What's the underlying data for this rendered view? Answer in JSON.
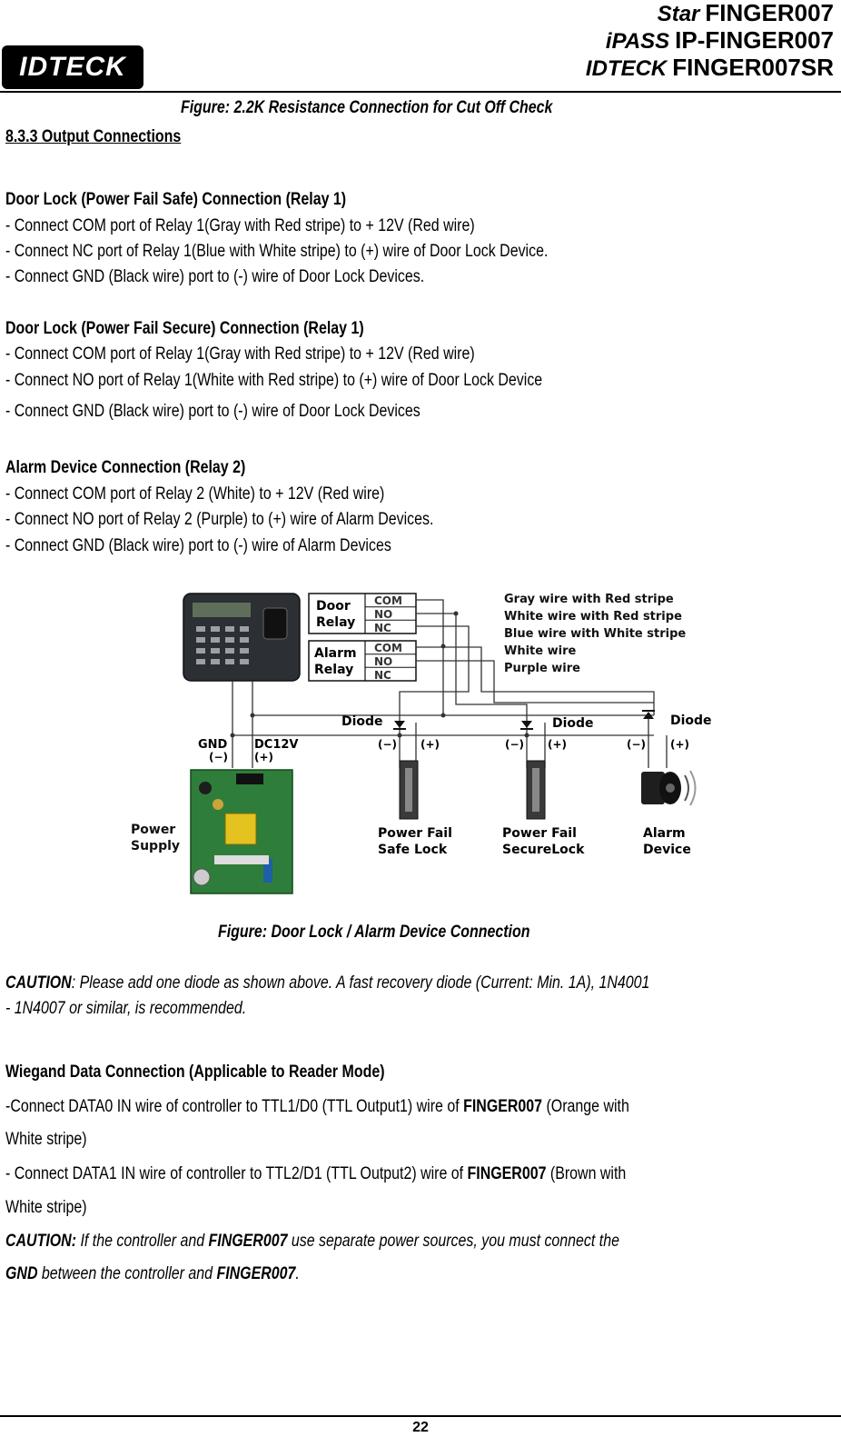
{
  "header": {
    "logo": "IDTECK",
    "brand_lines": [
      {
        "prefix": "Star",
        "model": "FINGER007"
      },
      {
        "prefix": "iPASS",
        "model": "IP-FINGER007"
      },
      {
        "prefix": "IDTECK",
        "model": "FINGER007SR"
      }
    ]
  },
  "caption_top": "Figure: 2.2K Resistance Connection for Cut Off Check",
  "section_title": "8.3.3 Output Connections",
  "blocks": [
    {
      "heading": "Door Lock (Power Fail Safe) Connection (Relay 1)",
      "lines": [
        "- Connect COM port of Relay 1(Gray with Red stripe) to + 12V (Red wire)",
        "- Connect NC port of Relay 1(Blue with White stripe) to (+) wire of Door Lock Device.",
        "- Connect GND (Black wire) port to (-) wire of Door Lock Devices."
      ]
    },
    {
      "heading": "Door Lock (Power Fail Secure) Connection (Relay 1)",
      "lines": [
        "- Connect COM port of Relay 1(Gray with Red stripe) to + 12V (Red wire)",
        "- Connect NO port of Relay 1(White with Red stripe) to (+) wire of Door Lock Device",
        "- Connect GND (Black wire) port to (-) wire of Door Lock Devices"
      ]
    },
    {
      "heading": "Alarm Device Connection (Relay 2)",
      "lines": [
        "- Connect COM port of Relay 2 (White) to + 12V (Red wire)",
        "- Connect NO port of Relay 2 (Purple) to (+) wire of Alarm Devices.",
        "- Connect GND (Black wire) port to (-) wire of Alarm Devices"
      ]
    }
  ],
  "diagram": {
    "relay_door": "Door\nRelay",
    "relay_door_l1": "Door",
    "relay_door_l2": "Relay",
    "relay_alarm_l1": "Alarm",
    "relay_alarm_l2": "Relay",
    "ports": [
      "COM",
      "NO",
      "NC"
    ],
    "wire_legend": [
      "Gray wire with Red stripe",
      "White wire with Red stripe",
      "Blue wire with White stripe",
      "White wire",
      "Purple wire"
    ],
    "diode": "Diode",
    "gnd": "GND",
    "gnd_sign": "(−)",
    "dc12v": "DC12V",
    "dc_sign": "(+)",
    "minus": "(−)",
    "plus": "(+)",
    "power_supply_l1": "Power",
    "power_supply_l2": "Supply",
    "safe_l1": "Power Fail",
    "safe_l2": "Safe Lock",
    "secure_l1": "Power Fail",
    "secure_l2": "SecureLock",
    "alarm_l1": "Alarm",
    "alarm_l2": "Device"
  },
  "caption_diagram": "Figure: Door Lock / Alarm Device Connection",
  "caution1": {
    "label": "CAUTION",
    "text": ": Please add one diode as shown above. A fast recovery diode (Current: Min. 1A), 1N4001",
    "line2": "- 1N4007 or similar, is recommended."
  },
  "wiegand": {
    "heading": "Wiegand Data Connection (Applicable to Reader Mode)",
    "l1a": "-Connect DATA0 IN wire of controller to TTL1/D0 (TTL Output1) wire of ",
    "l1b": "FINGER007",
    "l1c": " (Orange with",
    "l1d": "White stripe)",
    "l2a": "- Connect DATA1 IN wire of controller to TTL2/D1 (TTL Output2) wire of ",
    "l2b": "FINGER007",
    "l2c": " (Brown with",
    "l2d": "White stripe)",
    "c_label": "CAUTION:",
    "c_a": " If the controller and ",
    "c_b": "FINGER007",
    "c_c": " use separate power sources, you must connect the",
    "c_d": "GND",
    "c_e": " between the controller and ",
    "c_f": "FINGER007",
    "c_g": "."
  },
  "page_number": "22"
}
